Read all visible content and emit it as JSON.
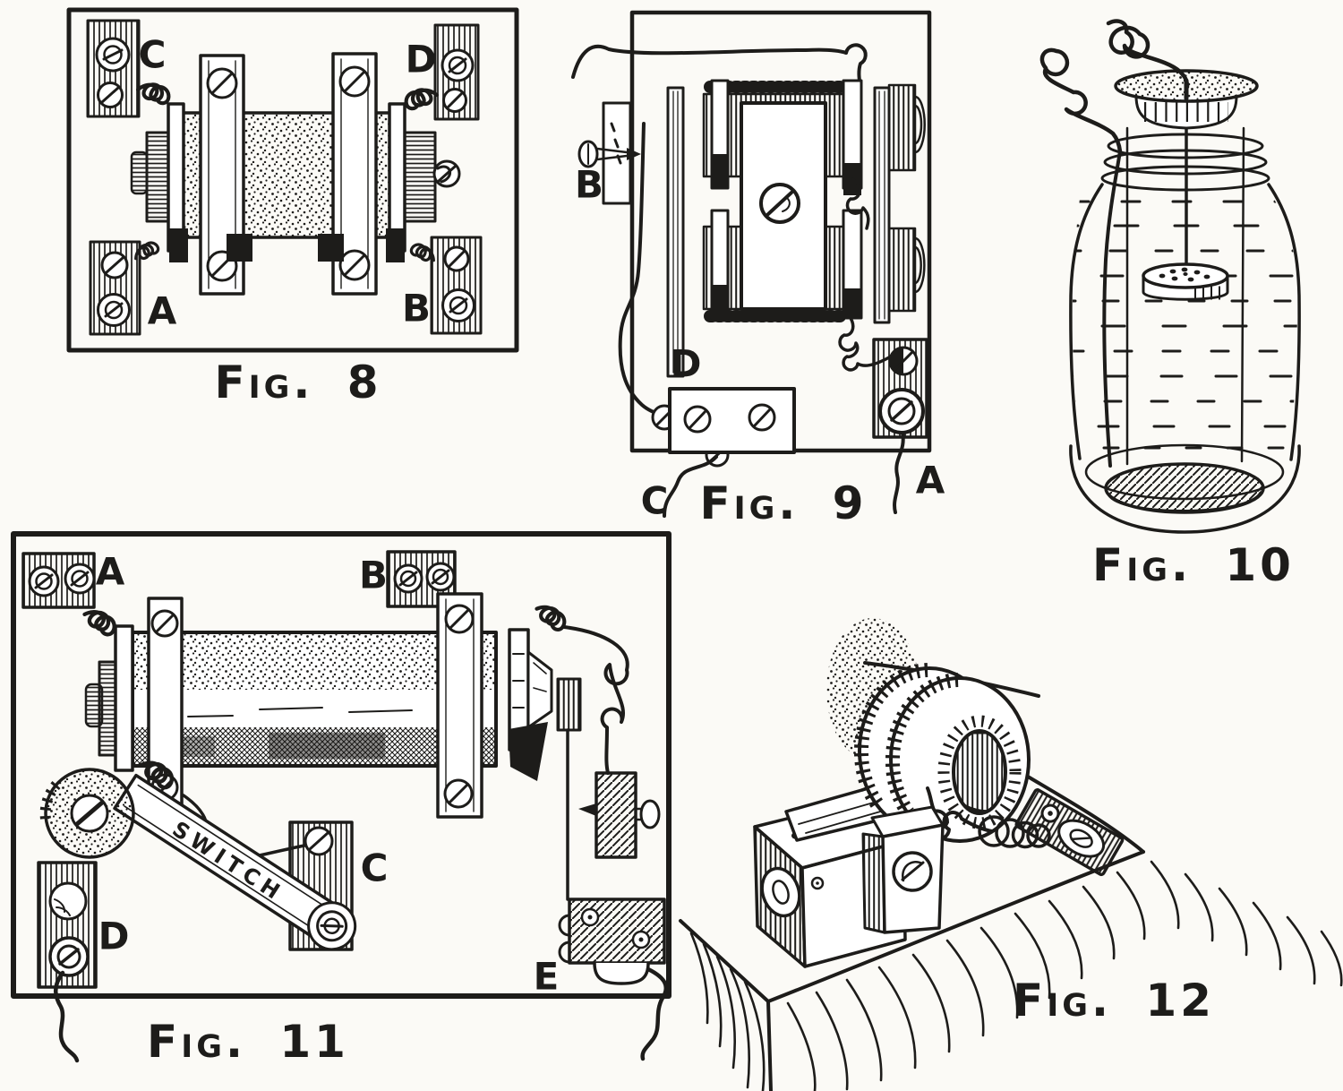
{
  "page": {
    "background": "#fbfaf6",
    "ink": "#1d1c1a"
  },
  "figures": {
    "fig8": {
      "caption": "Fig. 8",
      "labels": {
        "c": "C",
        "d": "D",
        "a": "A",
        "b": "B"
      }
    },
    "fig9": {
      "caption": "Fig. 9",
      "labels": {
        "b": "B",
        "d": "D",
        "c": "C",
        "a": "A"
      }
    },
    "fig10": {
      "caption": "Fig. 10"
    },
    "fig11": {
      "caption": "Fig. 11",
      "labels": {
        "a": "A",
        "b": "B",
        "c": "C",
        "d": "D",
        "e": "E"
      },
      "switch_label": "SWITCH"
    },
    "fig12": {
      "caption": "Fig. 12"
    }
  }
}
